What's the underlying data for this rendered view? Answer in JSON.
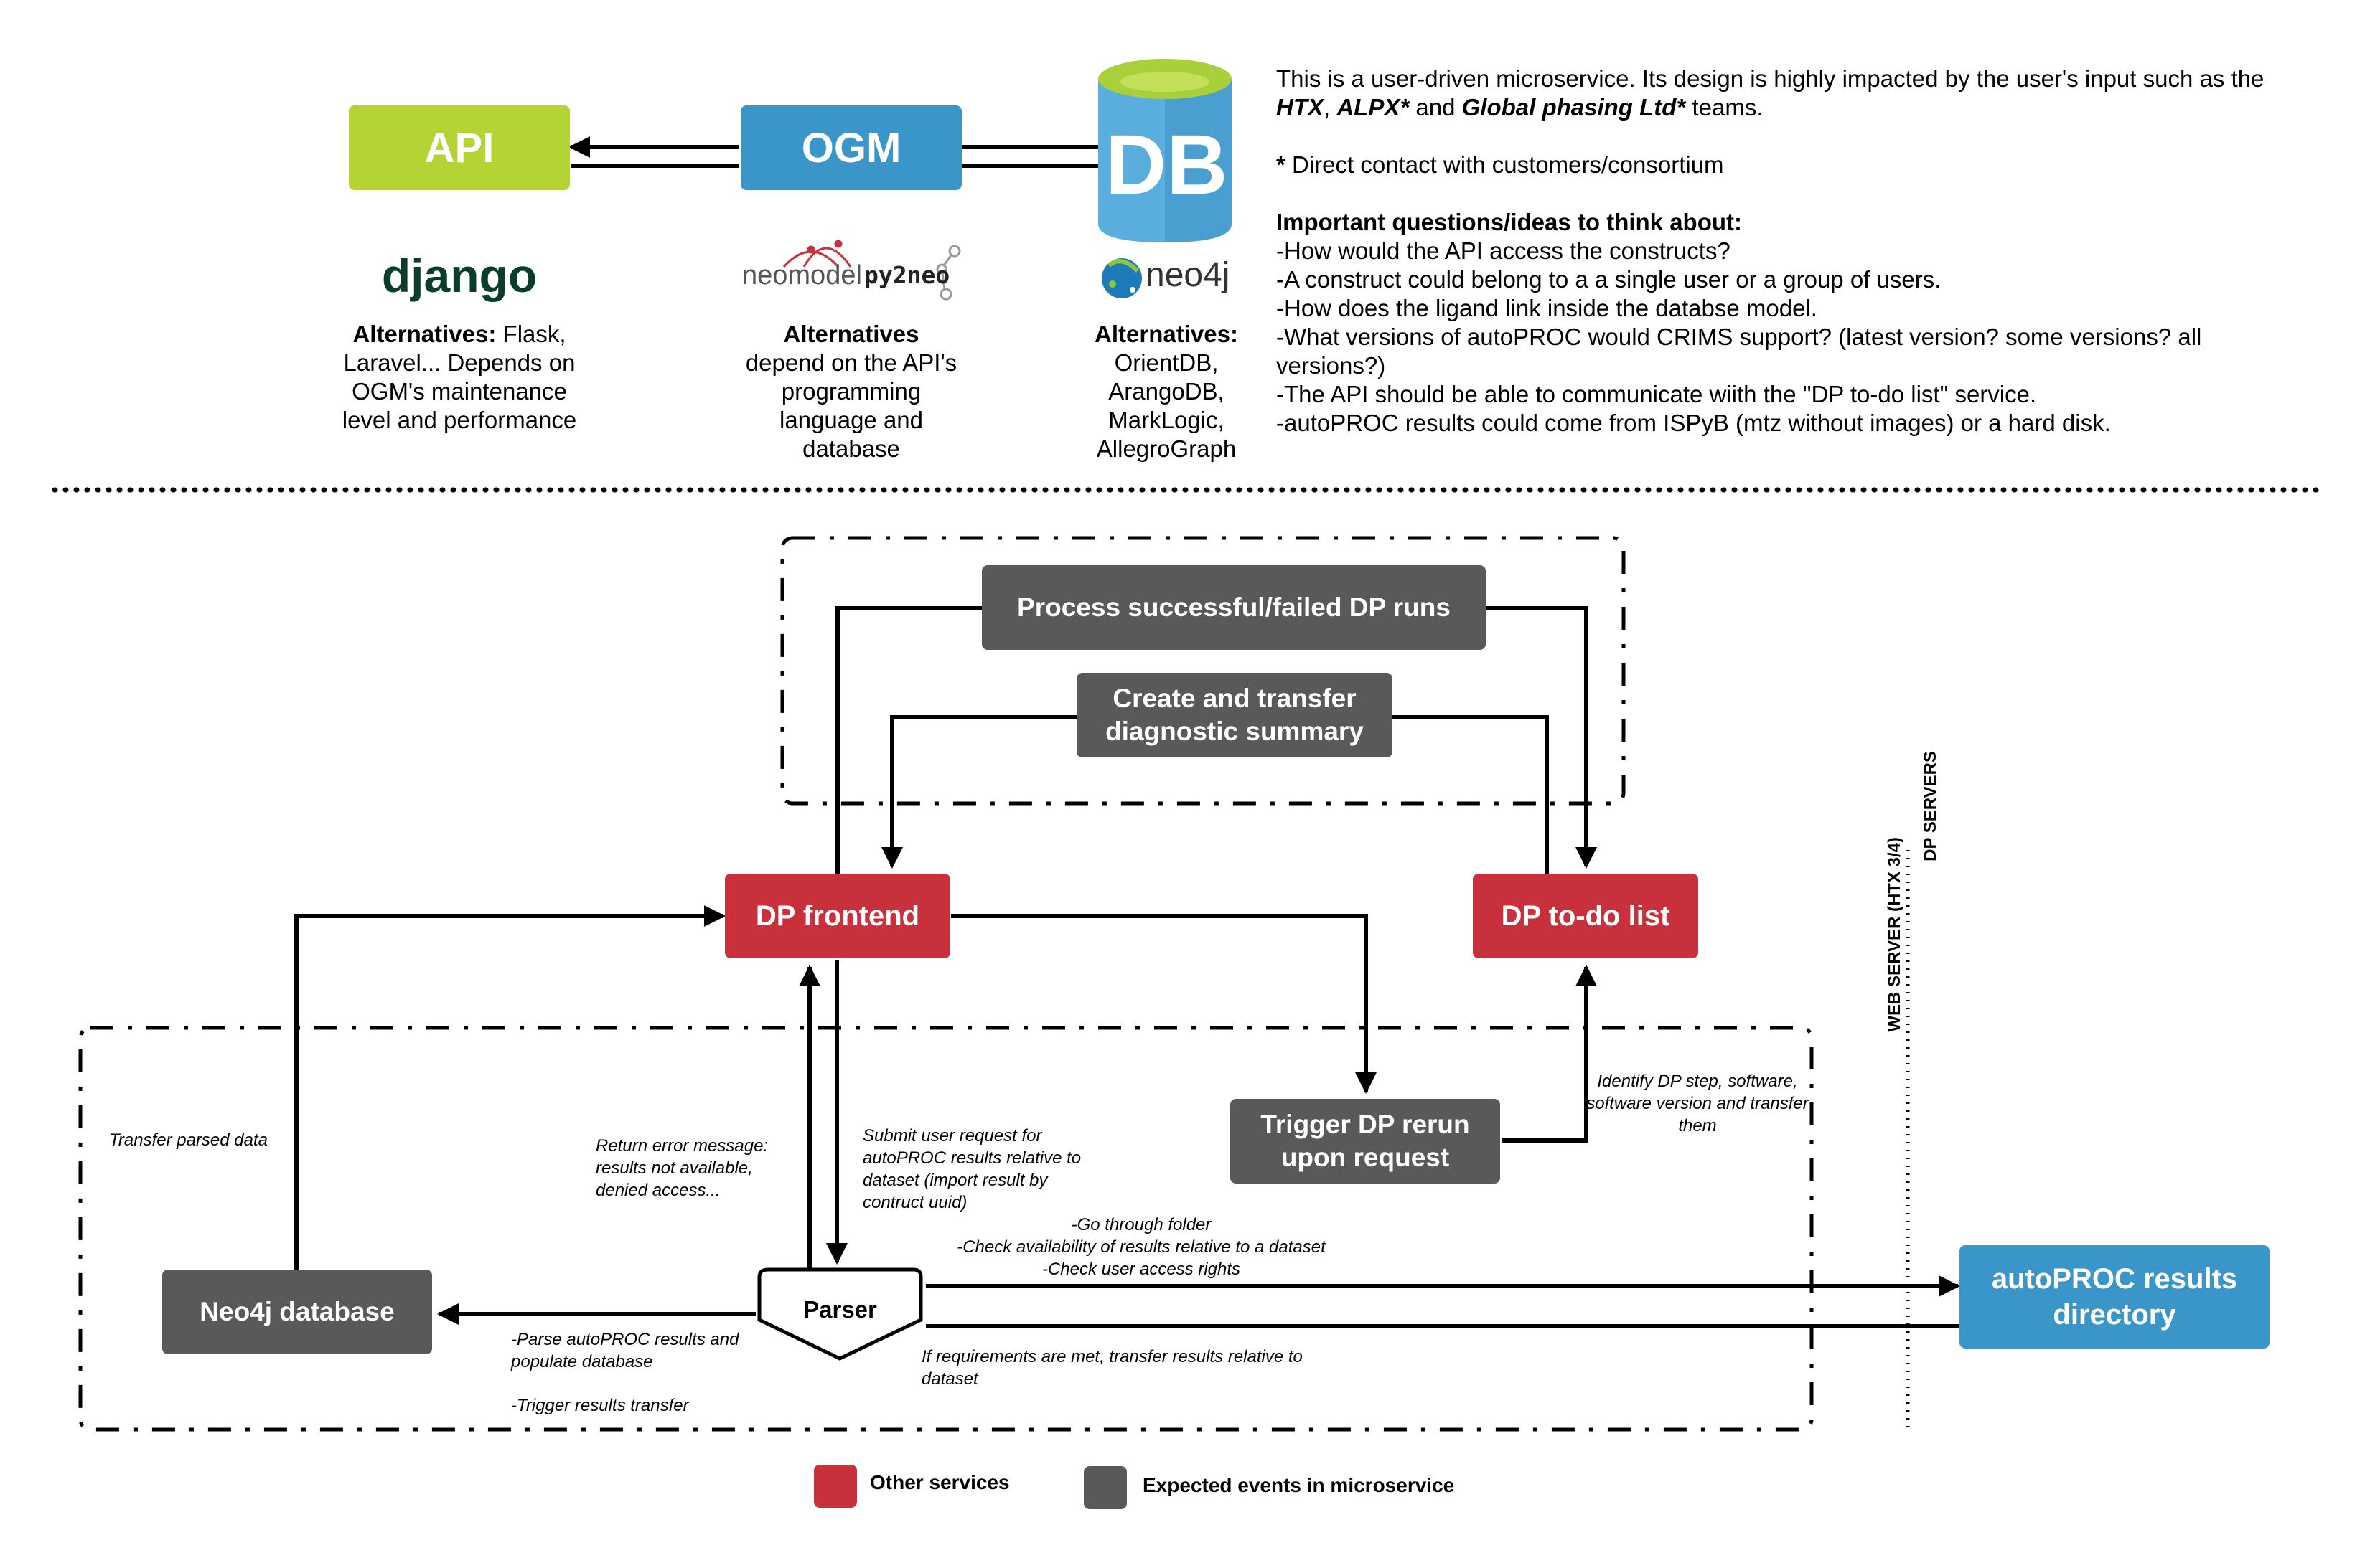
{
  "top": {
    "api_label": "API",
    "ogm_label": "OGM",
    "db_label": "DB",
    "django_logo": "django",
    "neomodel_logo": "neomodel",
    "py2neo_logo": "py2neo",
    "neo4j_logo": "neo4j",
    "api_alt_title": "Alternatives:",
    "api_alt_text": "Flask, Laravel... Depends on OGM's maintenance level and performance",
    "ogm_alt_title": "Alternatives",
    "ogm_alt_text": "depend on the API's programming language and database",
    "db_alt_title": "Alternatives:",
    "db_alt_text": "OrientDB, ArangoDB, MarkLogic, AllegroGraph"
  },
  "notes": {
    "intro_1": "This is a user-driven microservice. Its design is highly impacted by the user's input such as the",
    "team_htx": "HTX",
    "comma": ",",
    "team_alpx": "ALPX*",
    "and_word": "and",
    "team_gpl": "Global phasing Ltd*",
    "teams_word": "teams.",
    "star": "*",
    "direct_contact": "Direct contact with customers/consortium",
    "questions_title": "Important questions/ideas to think about:",
    "q1": "-How would the API access the constructs?",
    "q2": "-A construct could belong to a a single user or a group of users.",
    "q3": "-How does the ligand link inside the databse model.",
    "q4": "-What versions of autoPROC would CRIMS support? (latest version? some versions? all versions?)",
    "q5": "-The API should be able to communicate wiith the \"DP to-do list\" service.",
    "q6": "-autoPROC results could come from ISPyB (mtz without images) or a hard disk."
  },
  "flow": {
    "process_runs": "Process successful/failed DP runs",
    "diag_summary": "Create and transfer diagnostic summary",
    "dp_frontend": "DP frontend",
    "dp_todo": "DP to-do list",
    "trigger_rerun": "Trigger DP rerun upon request",
    "neo4j_db": "Neo4j database",
    "parser": "Parser",
    "autoproc_dir": "autoPROC results directory",
    "lbl_transfer_parsed": "Transfer parsed data",
    "lbl_return_error": "Return error message: results not available, denied access...",
    "lbl_submit_request": "Submit user request for autoPROC results relative to dataset (import result by contruct uuid)",
    "lbl_identify": "Identify DP step, software, software version and transfer  them",
    "lbl_go_through_1": "-Go through folder",
    "lbl_go_through_2": "-Check availability of results relative to a dataset",
    "lbl_go_through_3": "-Check user access rights",
    "lbl_if_req": "If requirements are met, transfer results relative to dataset",
    "lbl_parse_1": "-Parse autoPROC results and populate database",
    "lbl_parse_2": "-Trigger results transfer",
    "web_server": "WEB SERVER (HTX 3/4)",
    "dp_servers": "DP SERVERS"
  },
  "legend": {
    "other_services": "Other services",
    "expected_events": "Expected events in microservice"
  },
  "colors": {
    "red": "#c8303b",
    "gray": "#595959",
    "blue": "#3a95c9",
    "lime": "#b4d335",
    "db_top": "#a9cf3a",
    "db_body": "#5aaedd"
  },
  "icons": [
    "database-cylinder-icon",
    "neo4j-logo-icon",
    "neomodel-logo-icon",
    "py2neo-logo-icon",
    "arrow-icon"
  ]
}
